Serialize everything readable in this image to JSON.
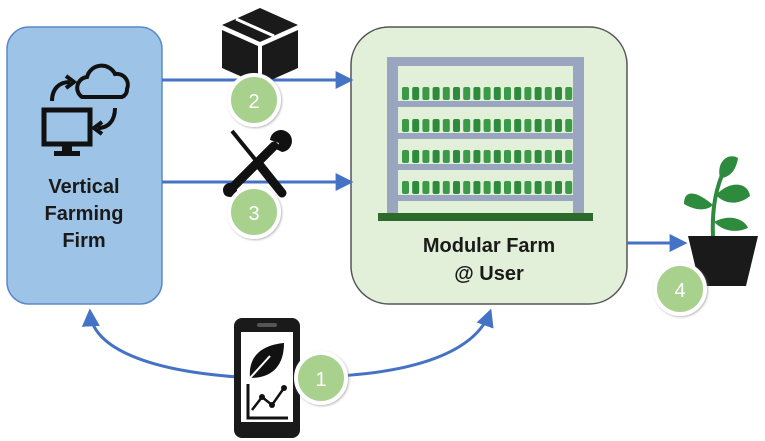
{
  "firm": {
    "line1": "Vertical",
    "line2": "Farming",
    "line3": "Firm"
  },
  "farm": {
    "line1": "Modular Farm",
    "line2": "@ User"
  },
  "steps": {
    "s1": "1",
    "s2": "2",
    "s3": "3",
    "s4": "4"
  },
  "colors": {
    "firm_fill": "#9dc3e6",
    "farm_fill": "#e2f0d9",
    "arrow": "#4472c4",
    "step_circle": "#a9d18e",
    "plant_green": "#2e8b3d"
  },
  "icons": {
    "firm": "computer-cloud-sync-icon",
    "step2": "package-box-icon",
    "step3": "tools-icon",
    "step1": "smartphone-app-icon",
    "output": "potted-plant-icon",
    "farm": "shelf-rack-icon"
  }
}
